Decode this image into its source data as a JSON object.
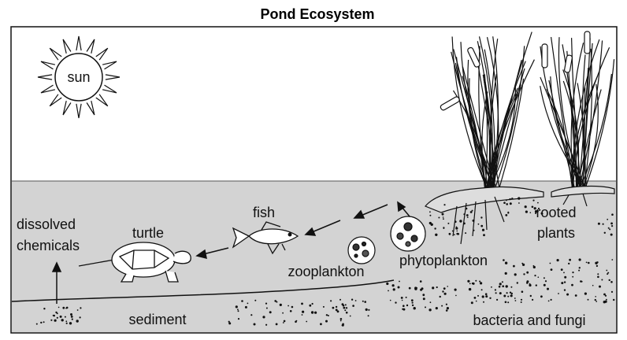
{
  "title": "Pond Ecosystem",
  "labels": {
    "sun": "sun",
    "dissolved_line1": "dissolved",
    "dissolved_line2": "chemicals",
    "turtle": "turtle",
    "fish": "fish",
    "zooplankton": "zooplankton",
    "phytoplankton": "phytoplankton",
    "rooted_line1": "rooted",
    "rooted_line2": "plants",
    "sediment": "sediment",
    "bacteria": "bacteria and fungi"
  },
  "colors": {
    "water": "#d3d3d3",
    "sky": "#ffffff",
    "ink": "#111111"
  }
}
